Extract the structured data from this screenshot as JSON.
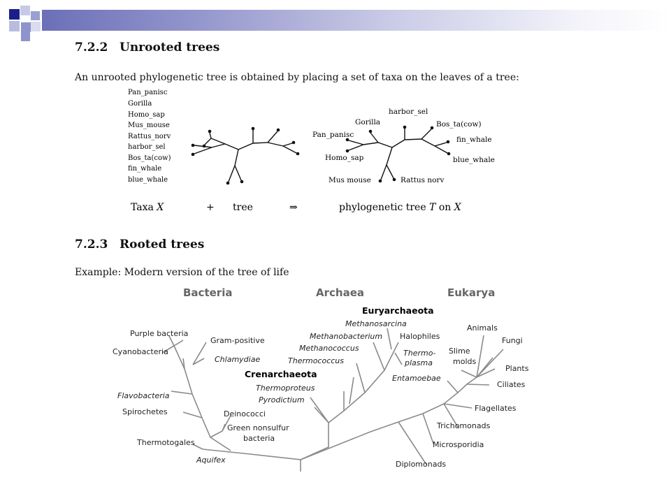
{
  "sections": [
    {
      "number": "7.2.2",
      "title": "Unrooted trees"
    },
    {
      "number": "7.2.3",
      "title": "Rooted trees"
    }
  ],
  "unrooted": {
    "intro": "An unrooted phylogenetic tree is obtained by placing a set of taxa on the leaves of a tree:",
    "taxa": [
      "Pan_panisc",
      "Gorilla",
      "Homo_sap",
      "Mus_mouse",
      "Rattus_norv",
      "harbor_sel",
      "Bos_ta(cow)",
      "fin_whale",
      "blue_whale"
    ],
    "labeled_tree": {
      "gorilla": "Gorilla",
      "harbor_sel": "harbor_sel",
      "bos": "Bos_ta(cow)",
      "pan": "Pan_panisc",
      "fin": "fin_whale",
      "homo": "Homo_sap",
      "blue": "blue_whale",
      "mus": "Mus mouse",
      "rattus": "Rattus norv"
    },
    "caption": {
      "taxa_prefix": "Taxa ",
      "taxa_var": "X",
      "plus": "+",
      "tree": "tree",
      "arrow": "⇒",
      "result_prefix": "phylogenetic tree ",
      "result_var1": "T",
      "result_mid": " on ",
      "result_var2": "X"
    }
  },
  "rooted": {
    "intro": "Example: Modern version of the tree of life",
    "domains": {
      "bacteria": "Bacteria",
      "archaea": "Archaea",
      "eukarya": "Eukarya"
    },
    "bacteria_labels": {
      "purple": "Purple bacteria",
      "gram": "Gram-positive",
      "cyano": "Cyanobacteria",
      "chlamydiae": "Chlamydiae",
      "flavo": "Flavobacteria",
      "spiro": "Spirochetes",
      "deino": "Deinococci",
      "green1": "Green nonsulfur",
      "green2": "bacteria",
      "thermotogales": "Thermotogales",
      "aquifex": "Aquifex"
    },
    "archaea_labels": {
      "eury": "Euryarchaeota",
      "methanosarcina": "Methanosarcina",
      "methanobacterium": "Methanobacterium",
      "halophiles": "Halophiles",
      "methanococcus": "Methanococcus",
      "thermoplasma1": "Thermo-",
      "thermoplasma2": "plasma",
      "thermococcus": "Thermococcus",
      "crena": "Crenarchaeota",
      "thermoproteus": "Thermoproteus",
      "pyrodictium": "Pyrodictium"
    },
    "eukarya_labels": {
      "animals": "Animals",
      "fungi": "Fungi",
      "slime1": "Slime",
      "slime2": "molds",
      "plants": "Plants",
      "ciliates": "Ciliates",
      "entamoebae": "Entamoebae",
      "flagellates": "Flagellates",
      "trichomonads": "Trichomonads",
      "microsporidia": "Microsporidia",
      "diplomonads": "Diplomonads"
    }
  },
  "colors": {
    "bar_start": "#6b6fb8",
    "square_dark": "#1a1f8c",
    "square_mid": "#8f93cc",
    "square_light": "#c7c9e6",
    "tree_line": "#8a8a8a"
  }
}
